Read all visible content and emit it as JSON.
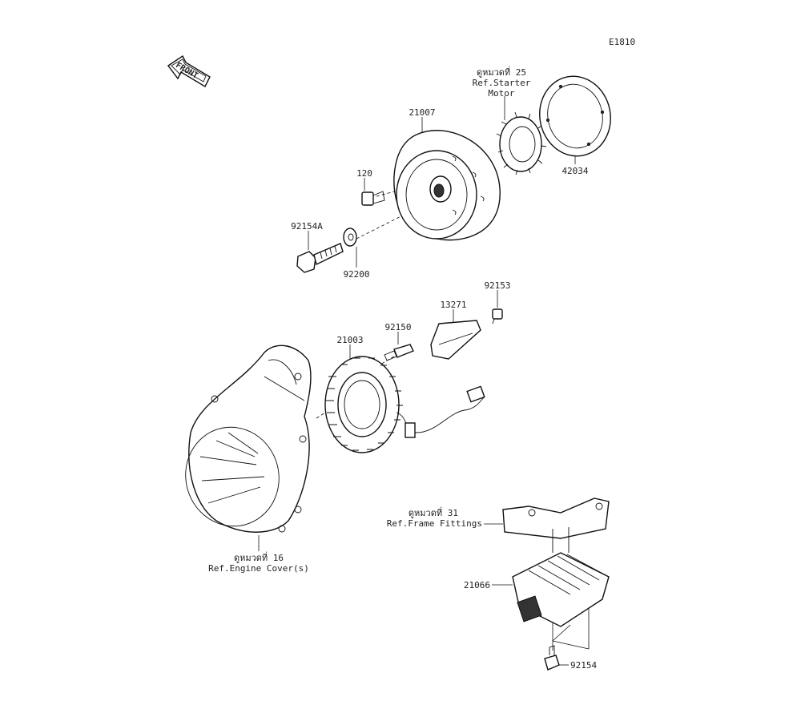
{
  "diagram_code": "E1810",
  "front_label": "FRONT",
  "parts": {
    "p21007": "21007",
    "p42034": "42034",
    "p120": "120",
    "p92154A": "92154A",
    "p92200": "92200",
    "p92153": "92153",
    "p13271": "13271",
    "p21003": "21003",
    "p92150": "92150",
    "p21066": "21066",
    "p92154": "92154"
  },
  "refs": {
    "starter": {
      "thai": "ดูหมวดที่ 25",
      "line1": "Ref.Starter",
      "line2": "Motor"
    },
    "frame": {
      "thai": "ดูหมวดที่ 31",
      "line1": "Ref.Frame Fittings"
    },
    "engine": {
      "thai": "ดูหมวดที่ 16",
      "line1": "Ref.Engine Cover(s)"
    }
  }
}
